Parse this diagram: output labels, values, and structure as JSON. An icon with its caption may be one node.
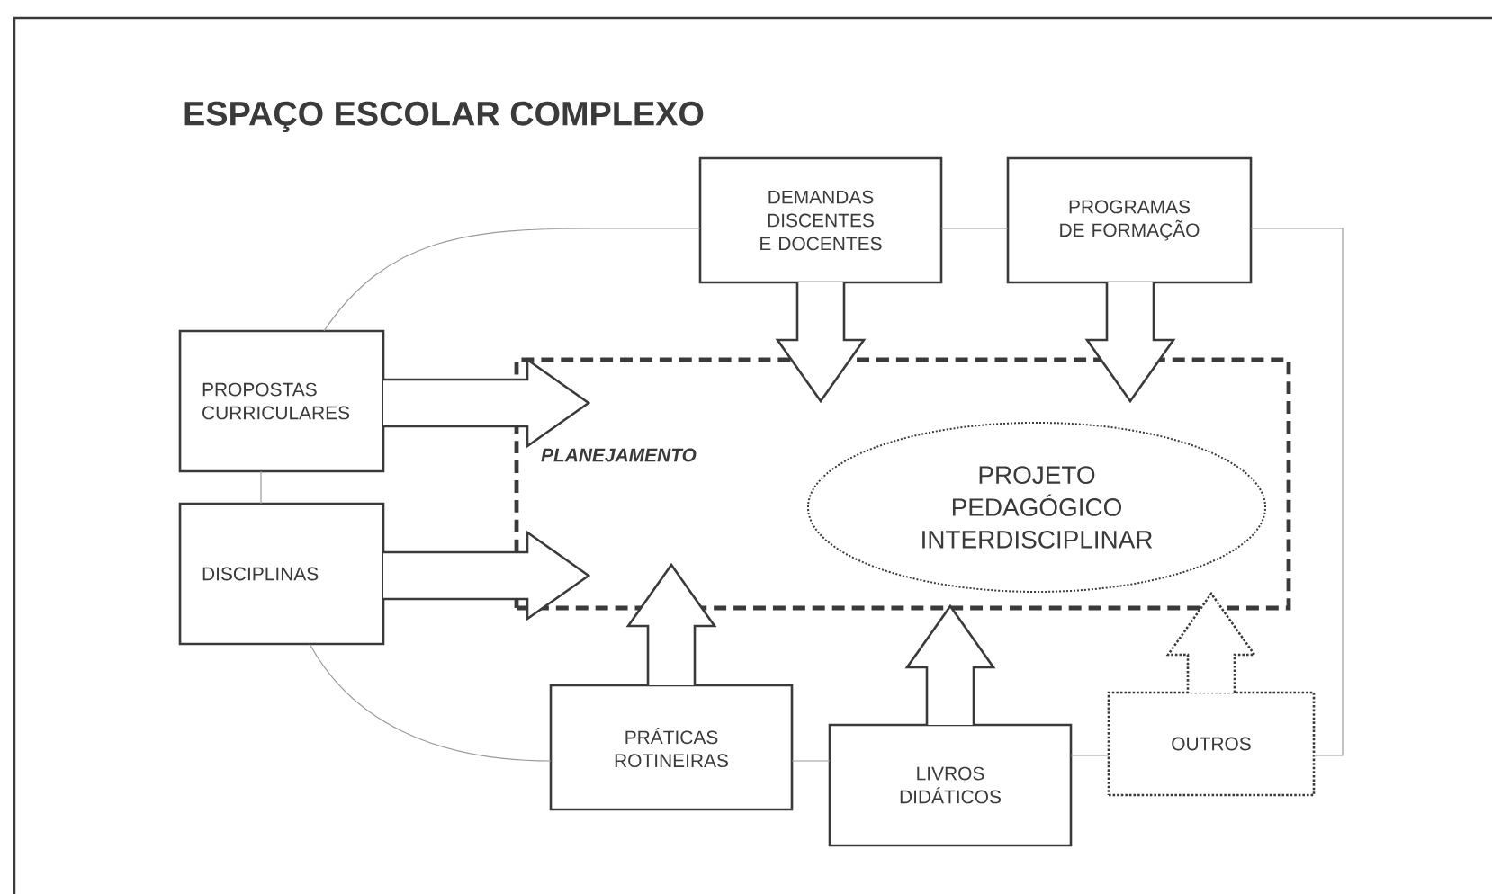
{
  "diagram": {
    "title": "ESPAÇO ESCOLAR COMPLEXO",
    "nodes": [
      {
        "text": [
          "PLANEJAMENTO"
        ]
      },
      {
        "text": [
          "PROJETO PEDAGÓGICO INTERDISCIPLINAR"
        ],
        "in": 0
      },
      {
        "text": [
          "PROPOSTAS CURRICULARES"
        ]
      },
      {
        "text": [
          "DISCIPLINAS"
        ]
      },
      {
        "text": [
          "DEMANDAS DISCENTES E DOCENTES"
        ]
      },
      {
        "text": [
          "PROGRAMAS DE FORMAÇÃO"
        ]
      },
      {
        "text": [
          "PRÁTICAS ROTINEIRAS"
        ]
      },
      {
        "text": [
          "LIVROS DIDÁTICOS"
        ]
      },
      {
        "text": [
          "OUTROS"
        ]
      }
    ],
    "edges": [
      {
        "from": 2,
        "to": 0,
        "arrow": "to"
      },
      {
        "from": 3,
        "to": 0,
        "arrow": "to"
      },
      {
        "from": 4,
        "to": 0,
        "arrow": "to"
      },
      {
        "from": 5,
        "to": 0,
        "arrow": "to"
      },
      {
        "from": 6,
        "to": 0,
        "arrow": "to"
      },
      {
        "from": 7,
        "to": 0,
        "arrow": "to"
      },
      {
        "from": 8,
        "to": 0,
        "arrow": "to",
        "style": "dashed"
      },
      {
        "from": 2,
        "to": 4,
        "arrow": "none",
        "color": "#999999"
      },
      {
        "from": 4,
        "to": 5,
        "arrow": "none",
        "color": "#999999"
      },
      {
        "from": 5,
        "to": 8,
        "arrow": "none",
        "color": "#999999"
      },
      {
        "from": 8,
        "to": 7,
        "arrow": "none",
        "color": "#999999"
      },
      {
        "from": 7,
        "to": 6,
        "arrow": "none",
        "color": "#999999"
      },
      {
        "from": 6,
        "to": 3,
        "arrow": "none",
        "color": "#999999"
      },
      {
        "from": 3,
        "to": 2,
        "arrow": "none",
        "color": "#999999"
      }
    ]
  }
}
